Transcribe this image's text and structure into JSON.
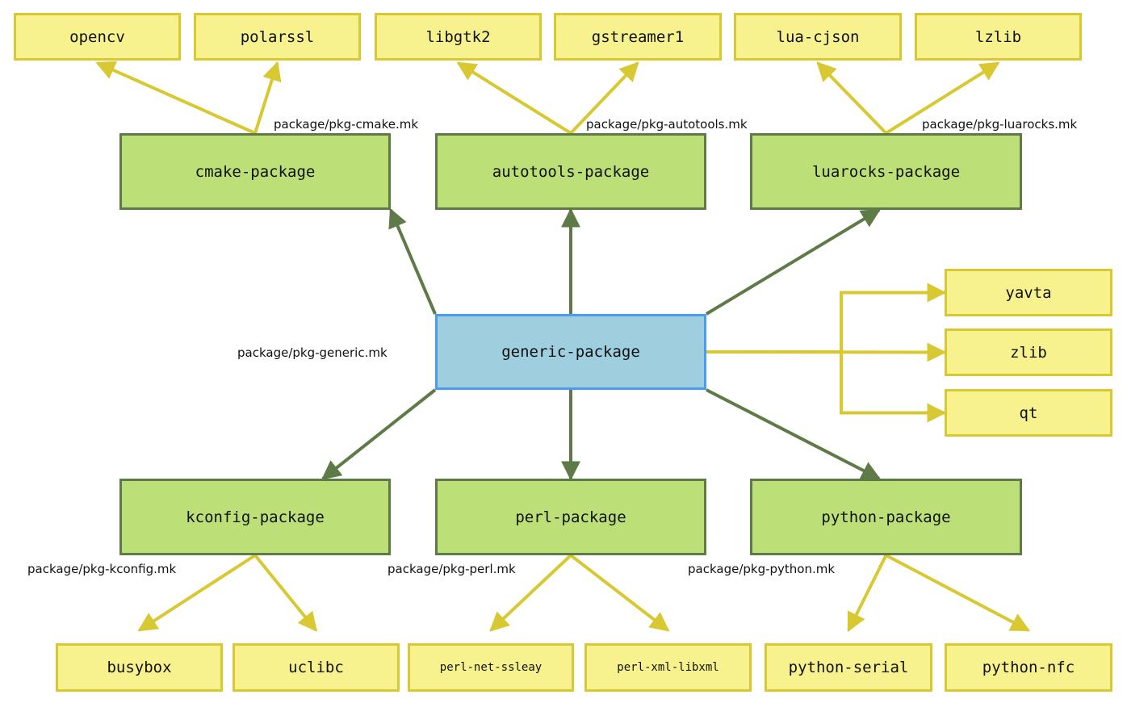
{
  "nodes": {
    "generic": "generic-package",
    "cmake": "cmake-package",
    "autotools": "autotools-package",
    "luarocks": "luarocks-package",
    "kconfig": "kconfig-package",
    "perl": "perl-package",
    "python": "python-package",
    "opencv": "opencv",
    "polarssl": "polarssl",
    "libgtk2": "libgtk2",
    "gstreamer1": "gstreamer1",
    "lua_cjson": "lua-cjson",
    "lzlib": "lzlib",
    "yavta": "yavta",
    "zlib": "zlib",
    "qt": "qt",
    "busybox": "busybox",
    "uclibc": "uclibc",
    "perl_net_ssleay": "perl-net-ssleay",
    "perl_xml_libxml": "perl-xml-libxml",
    "python_serial": "python-serial",
    "python_nfc": "python-nfc"
  },
  "makefiles": {
    "generic": "package/pkg-generic.mk",
    "cmake": "package/pkg-cmake.mk",
    "autotools": "package/pkg-autotools.mk",
    "luarocks": "package/pkg-luarocks.mk",
    "kconfig": "package/pkg-kconfig.mk",
    "perl": "package/pkg-perl.mk",
    "python": "package/pkg-python.mk"
  },
  "colors": {
    "leaf_fill": "#f7f28d",
    "leaf_border": "#d8c832",
    "infra_fill": "#bce077",
    "infra_border": "#5d7a47",
    "generic_fill": "#9fcedf",
    "generic_border": "#4a9cf0",
    "infra_edge": "#5d7a47",
    "leaf_edge": "#d8c832"
  },
  "edges": [
    {
      "from": "generic",
      "to": "cmake",
      "kind": "infra"
    },
    {
      "from": "generic",
      "to": "autotools",
      "kind": "infra"
    },
    {
      "from": "generic",
      "to": "luarocks",
      "kind": "infra"
    },
    {
      "from": "generic",
      "to": "kconfig",
      "kind": "infra"
    },
    {
      "from": "generic",
      "to": "perl",
      "kind": "infra"
    },
    {
      "from": "generic",
      "to": "python",
      "kind": "infra"
    },
    {
      "from": "cmake",
      "to": "opencv",
      "kind": "leaf"
    },
    {
      "from": "cmake",
      "to": "polarssl",
      "kind": "leaf"
    },
    {
      "from": "autotools",
      "to": "libgtk2",
      "kind": "leaf"
    },
    {
      "from": "autotools",
      "to": "gstreamer1",
      "kind": "leaf"
    },
    {
      "from": "luarocks",
      "to": "lua_cjson",
      "kind": "leaf"
    },
    {
      "from": "luarocks",
      "to": "lzlib",
      "kind": "leaf"
    },
    {
      "from": "generic",
      "to": "yavta",
      "kind": "leaf"
    },
    {
      "from": "generic",
      "to": "zlib",
      "kind": "leaf"
    },
    {
      "from": "generic",
      "to": "qt",
      "kind": "leaf"
    },
    {
      "from": "kconfig",
      "to": "busybox",
      "kind": "leaf"
    },
    {
      "from": "kconfig",
      "to": "uclibc",
      "kind": "leaf"
    },
    {
      "from": "perl",
      "to": "perl_net_ssleay",
      "kind": "leaf"
    },
    {
      "from": "perl",
      "to": "perl_xml_libxml",
      "kind": "leaf"
    },
    {
      "from": "python",
      "to": "python_serial",
      "kind": "leaf"
    },
    {
      "from": "python",
      "to": "python_nfc",
      "kind": "leaf"
    }
  ]
}
